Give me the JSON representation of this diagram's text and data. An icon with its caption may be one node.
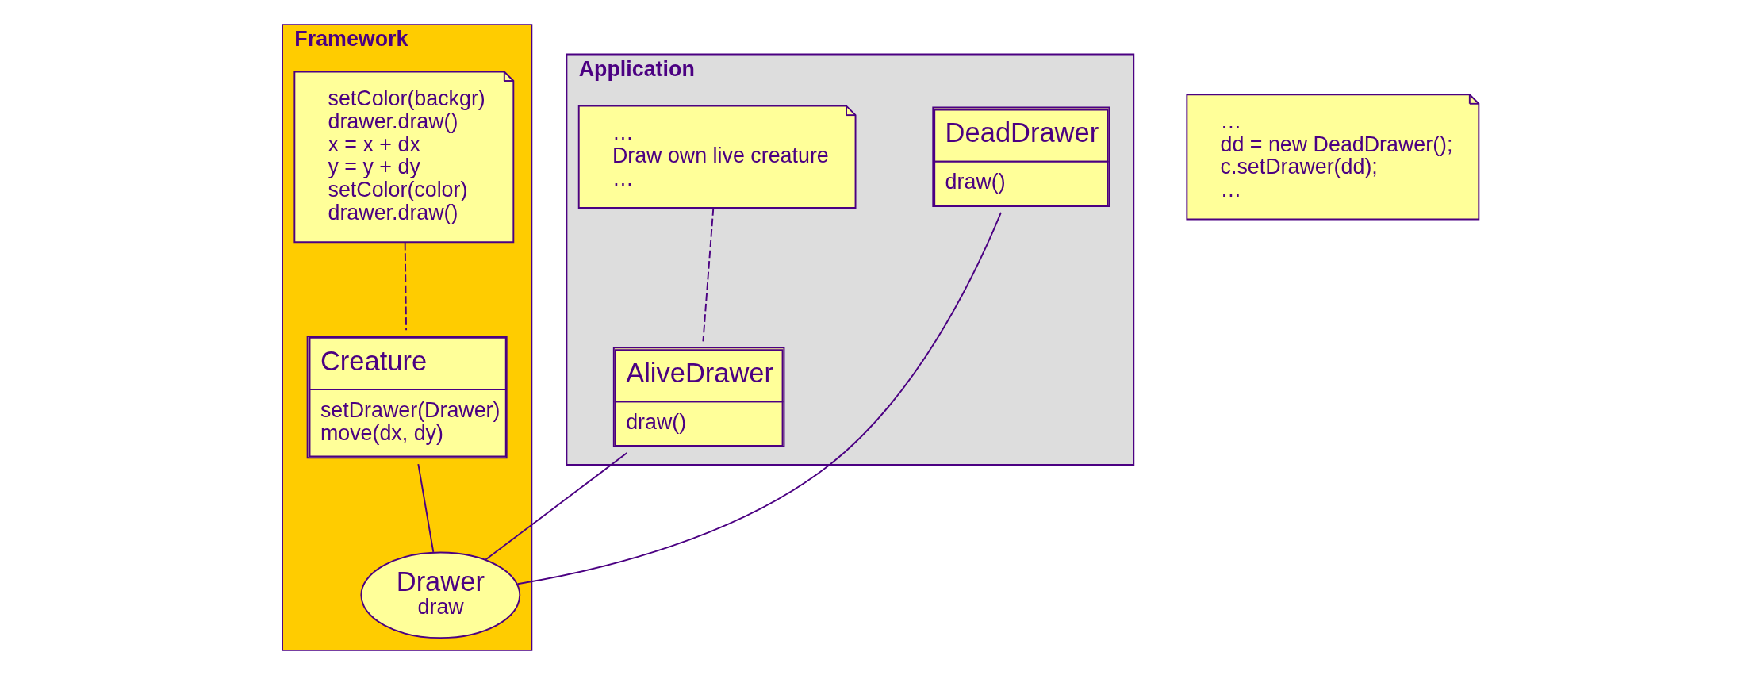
{
  "diagram": {
    "nodes": [
      {
        "text": [
          "Framework"
        ]
      },
      {
        "text": [
          "setColor(backgr)",
          "drawer.draw()",
          "x = x + dx",
          "y = y + dy",
          "setColor(color)",
          "drawer.draw()"
        ],
        "in": 0
      },
      {
        "text": [
          "Creature",
          "setDrawer(Drawer)",
          "move(dx, dy)"
        ],
        "in": 0
      },
      {
        "text": [
          "Drawer",
          "draw"
        ],
        "in": 0
      },
      {
        "text": [
          "Application"
        ]
      },
      {
        "text": [
          "…",
          "dd = new DeadDrawer();",
          "c.setDrawer(dd);",
          "…"
        ]
      },
      {
        "text": [
          "…",
          "Draw own live creature",
          "…"
        ],
        "in": 4
      },
      {
        "text": [
          "AliveDrawer",
          "draw()"
        ],
        "in": 4
      },
      {
        "text": [
          "DeadDrawer",
          "draw()"
        ],
        "in": 4
      }
    ],
    "edges": [
      {
        "from": 1,
        "to": 2,
        "arrow": "none",
        "style": "dashed"
      },
      {
        "from": 2,
        "to": 3,
        "arrow": "none"
      },
      {
        "from": 7,
        "to": 3,
        "arrow": "none"
      },
      {
        "from": 8,
        "to": 3,
        "arrow": "none"
      },
      {
        "from": 6,
        "to": 7,
        "arrow": "none",
        "style": "dashed"
      }
    ]
  }
}
